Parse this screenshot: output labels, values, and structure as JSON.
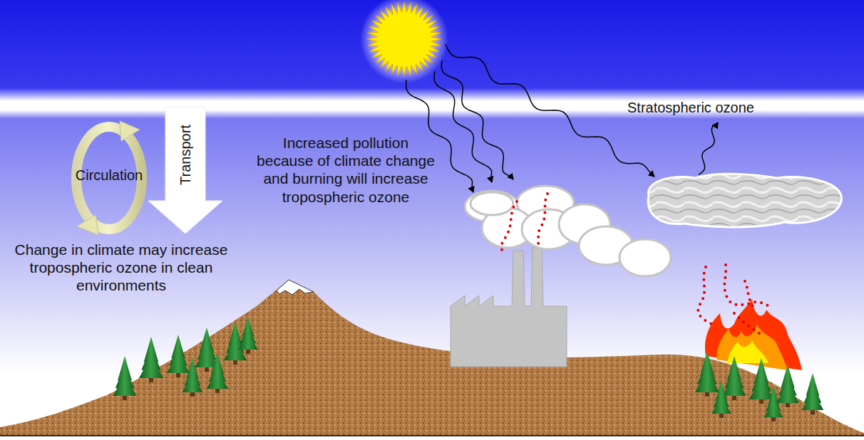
{
  "diagram": {
    "nodes": [
      {
        "text": [
          "Circulation"
        ]
      },
      {
        "text": [
          "Transport"
        ]
      }
    ],
    "labels": [
      "Stratospheric ozone",
      "Increased pollution because of climate change and burning will increase tropospheric ozone",
      "Change in climate may increase tropospheric ozone in clean environments"
    ]
  }
}
